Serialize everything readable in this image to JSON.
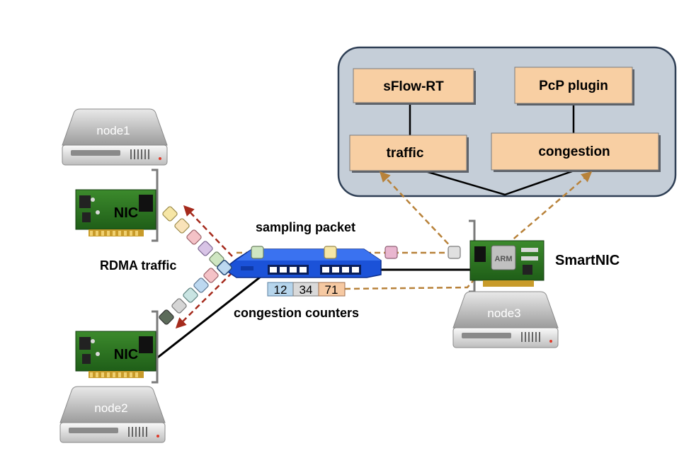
{
  "panel": {
    "boxes": {
      "sflow": "sFlow-RT",
      "pcp": "PcP plugin",
      "traffic": "traffic",
      "congestion": "congestion"
    }
  },
  "servers": {
    "node1": "node1",
    "node2": "node2",
    "node3": "node3"
  },
  "nics": {
    "nic1": "NIC",
    "nic2": "NIC",
    "smartnic_chip": "ARM"
  },
  "labels": {
    "sampling_packet": "sampling packet",
    "rdma_traffic": "RDMA traffic",
    "congestion_counters": "congestion counters",
    "smartnic": "SmartNIC"
  },
  "counters": [
    "12",
    "34",
    "71"
  ],
  "colors": {
    "panel_fill": "#c5ced8",
    "panel_stroke": "#2f3f55",
    "box_fill": "#f8cfa3",
    "switch_blue": "#1b52d8",
    "sample_arrow": "#b8823a",
    "rdma_arrow": "#a52a1c",
    "counter_blue": "#b6d5ec",
    "counter_gray": "#d9d9d9",
    "counter_orange": "#f6c9a2"
  },
  "packet_colors": [
    "#f6e6a6",
    "#f9e3b9",
    "#f4c2c7",
    "#d8c4e6",
    "#cfe6c2",
    "#f4c2c7",
    "#bcd8f0",
    "#c9e4e2",
    "#d5d5d5",
    "#5c6b5a"
  ],
  "icons": {
    "server": "server-icon",
    "nic": "network-card-icon",
    "switch": "network-switch-icon",
    "packet": "packet-icon"
  }
}
